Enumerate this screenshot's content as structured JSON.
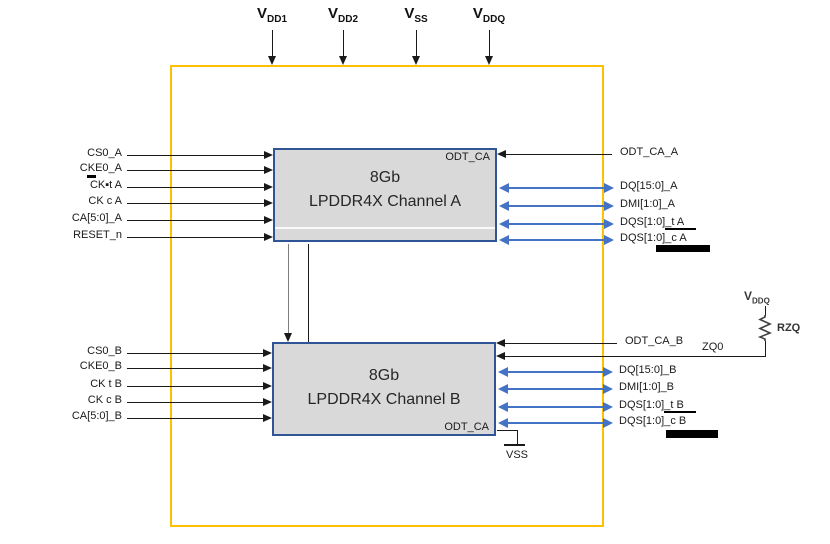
{
  "figure": {
    "power_pins": [
      {
        "base": "V",
        "sub": "DD1"
      },
      {
        "base": "V",
        "sub": "DD2"
      },
      {
        "base": "V",
        "sub": "SS"
      },
      {
        "base": "V",
        "sub": "DDQ"
      }
    ],
    "channel_a": {
      "density": "8Gb",
      "name": "LPDDR4X Channel A",
      "odt_pin": "ODT_CA",
      "odt_input": "ODT_CA_A",
      "inputs": [
        "CS0_A",
        "CKE0_A",
        "CK▪t A",
        "CK c A",
        "CA[5:0]_A",
        "RESET_n"
      ],
      "io": [
        {
          "main": "DQ[15:0]_A"
        },
        {
          "main": "DMI[1:0]_A"
        },
        {
          "main": "DQS[1:0]",
          "tail": "_t A"
        },
        {
          "main": "DQS[1:0]",
          "tail": "_c A"
        }
      ]
    },
    "channel_b": {
      "density": "8Gb",
      "name": "LPDDR4X Channel B",
      "odt_pin": "ODT_CA",
      "odt_input": "ODT_CA_B",
      "zq_pin": "ZQ0",
      "inputs": [
        "CS0_B",
        "CKE0_B",
        "CK t B",
        "CK c B",
        "CA[5:0]_B"
      ],
      "io": [
        {
          "main": "DQ[15:0]_B"
        },
        {
          "main": "DMI[1:0]_B"
        },
        {
          "main": "DQS[1:0]",
          "tail": "_t B"
        },
        {
          "main": "DQS[1:0]",
          "tail": "_c B"
        }
      ]
    },
    "zq_network": {
      "resistor": "RZQ",
      "supply_base": "V",
      "supply_sub": "DDQ"
    },
    "ground_label": "VSS",
    "colors": {
      "box_border": "#FFC000",
      "block_border": "#2F5597",
      "block_fill": "#D9D9D9",
      "io_arrow": "#4472C4",
      "signal_line": "#1a1a1a"
    }
  }
}
